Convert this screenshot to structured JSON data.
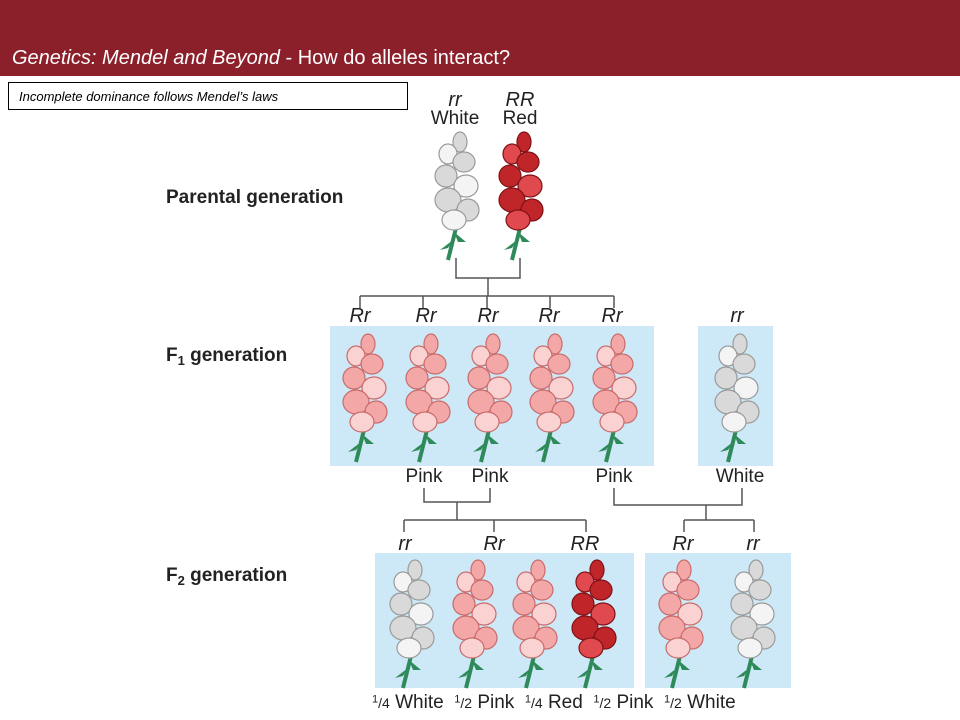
{
  "header": {
    "title_italic": "Genetics: Mendel and Beyond",
    "separator": " - ",
    "title_question": "How do alleles interact?"
  },
  "subtitle": "Incomplete dominance follows Mendel’s laws",
  "colors": {
    "header_bg": "#8b1f2a",
    "panel_bg": "#cde9f7",
    "white_flower": "#d9d9d9",
    "pink_flower": "#f4a7a7",
    "red_flower": "#c0252a",
    "stem": "#2f8a5a"
  },
  "labels": {
    "parental": "Parental generation",
    "f1_prefix": "F",
    "f1_sub": "1",
    "f1_suffix": " generation",
    "f2_prefix": "F",
    "f2_sub": "2",
    "f2_suffix": " generation"
  },
  "parents": [
    {
      "genotype": "rr",
      "phenotype": "White",
      "color": "white"
    },
    {
      "genotype": "RR",
      "phenotype": "Red",
      "color": "red"
    }
  ],
  "f1": {
    "genotypes": [
      "Rr",
      "Rr",
      "Rr",
      "Rr",
      "Rr"
    ],
    "testcross_genotype": "rr",
    "phenotypes": [
      "Pink",
      "Pink",
      "Pink",
      "White"
    ]
  },
  "f2": {
    "genotypes_left": [
      "rr",
      "Rr",
      "RR"
    ],
    "genotypes_right": [
      "Rr",
      "rr"
    ],
    "ratios": [
      {
        "num": "1",
        "den": "4",
        "label": "White"
      },
      {
        "num": "1",
        "den": "2",
        "label": "Pink"
      },
      {
        "num": "1",
        "den": "4",
        "label": "Red"
      },
      {
        "num": "1",
        "den": "2",
        "label": "Pink"
      },
      {
        "num": "1",
        "den": "2",
        "label": "White"
      }
    ]
  }
}
